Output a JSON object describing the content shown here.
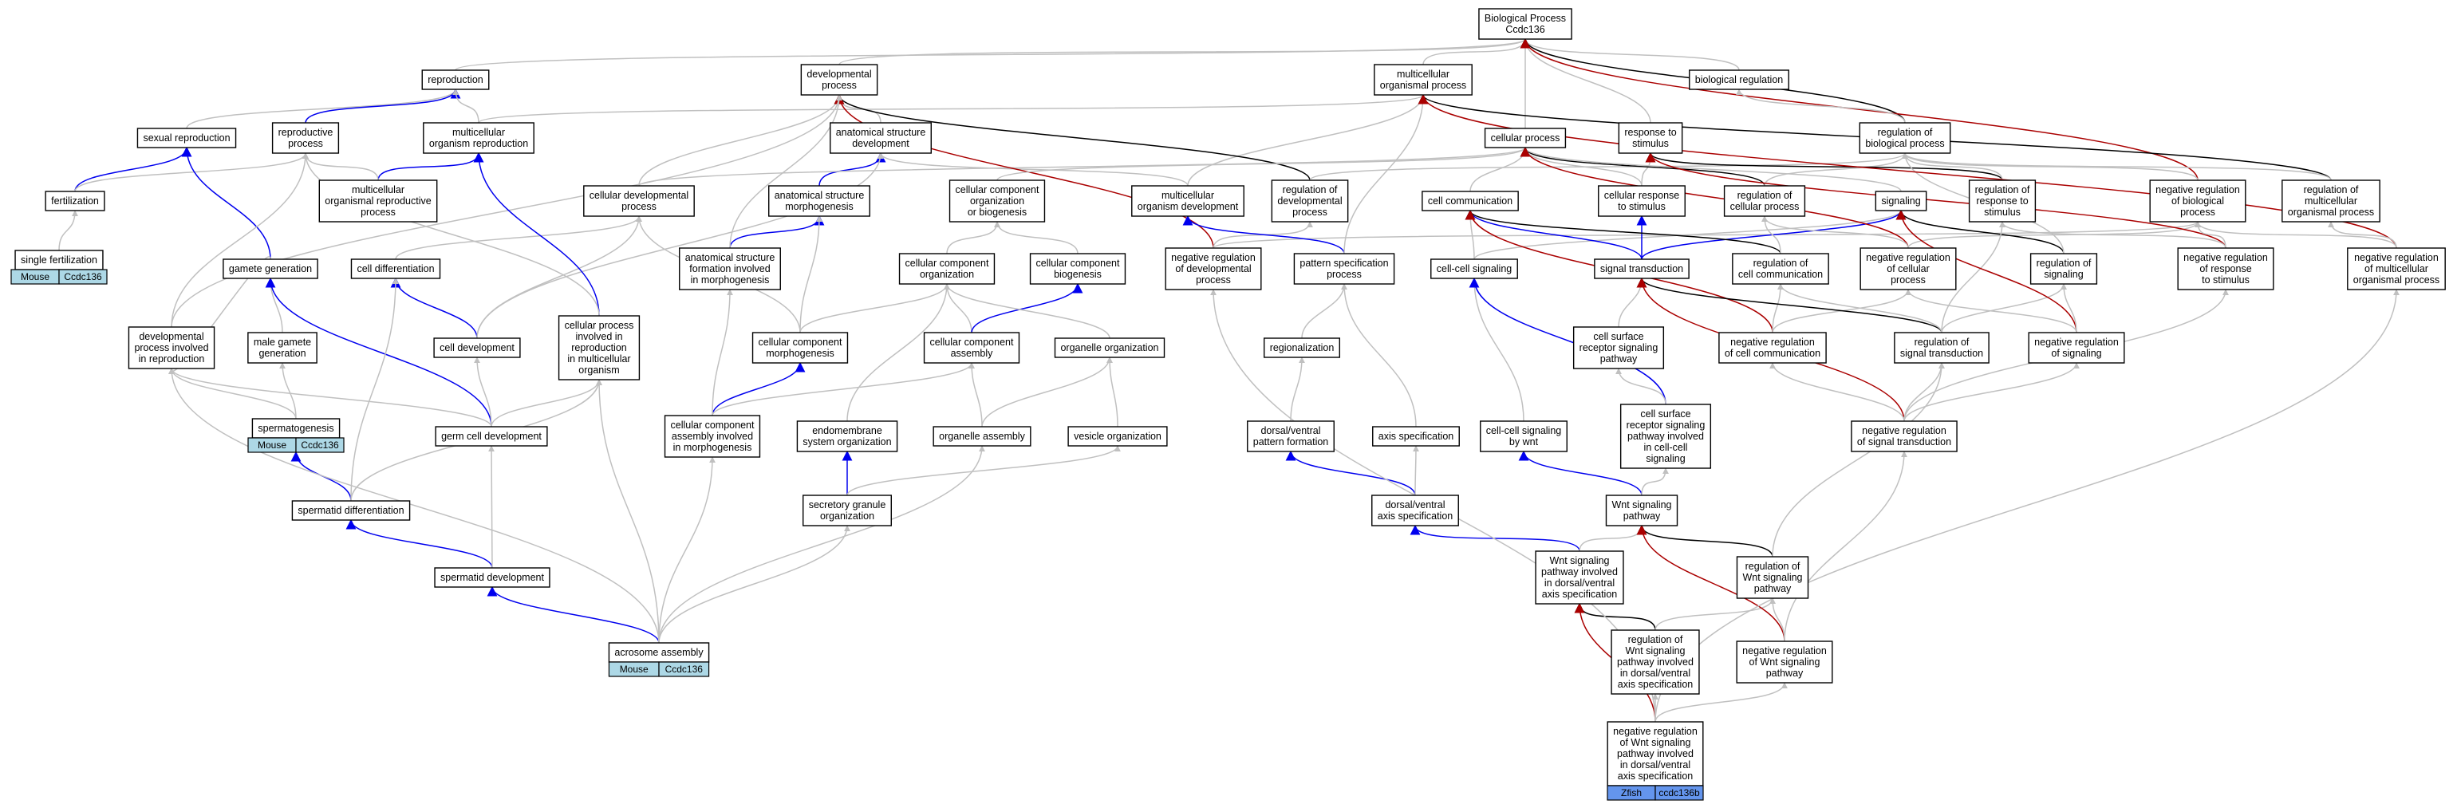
{
  "colors": {
    "is_a": "#c0c0c0",
    "part_of": "#0000ee",
    "regulates": "#000000",
    "negatively_regulates": "#aa0000",
    "mouse_badge": "#add8e6",
    "zfish_badge": "#6495ed"
  },
  "nodes": {
    "root": [
      "Biological Process",
      "Ccdc136"
    ],
    "reproduction": [
      "reproduction"
    ],
    "developmental_process": [
      "developmental",
      "process"
    ],
    "multicellular_organismal_process": [
      "multicellular",
      "organismal process"
    ],
    "biological_regulation": [
      "biological regulation"
    ],
    "sexual_reproduction": [
      "sexual reproduction"
    ],
    "reproductive_process": [
      "reproductive",
      "process"
    ],
    "multicellular_organism_reproduction": [
      "multicellular",
      "organism reproduction"
    ],
    "anatomical_structure_development": [
      "anatomical structure",
      "development"
    ],
    "cellular_process": [
      "cellular process"
    ],
    "response_to_stimulus": [
      "response to",
      "stimulus"
    ],
    "regulation_of_biological_process": [
      "regulation of",
      "biological process"
    ],
    "fertilization": [
      "fertilization"
    ],
    "multicellular_organismal_reproductive_process": [
      "multicellular",
      "organismal reproductive",
      "process"
    ],
    "cellular_developmental_process": [
      "cellular developmental",
      "process"
    ],
    "anatomical_structure_morphogenesis": [
      "anatomical structure",
      "morphogenesis"
    ],
    "cellular_component_organization_or_biogenesis": [
      "cellular component",
      "organization",
      "or biogenesis"
    ],
    "multicellular_organism_development": [
      "multicellular",
      "organism development"
    ],
    "regulation_of_developmental_process": [
      "regulation of",
      "developmental",
      "process"
    ],
    "cell_communication": [
      "cell communication"
    ],
    "cellular_response_to_stimulus": [
      "cellular response",
      "to stimulus"
    ],
    "regulation_of_cellular_process": [
      "regulation of",
      "cellular process"
    ],
    "signaling": [
      "signaling"
    ],
    "regulation_of_response_to_stimulus": [
      "regulation of",
      "response to",
      "stimulus"
    ],
    "negative_regulation_of_biological_process": [
      "negative regulation",
      "of biological",
      "process"
    ],
    "regulation_of_multicellular_organismal_process": [
      "regulation of",
      "multicellular",
      "organismal process"
    ],
    "single_fertilization": [
      "single fertilization"
    ],
    "gamete_generation": [
      "gamete generation"
    ],
    "cell_differentiation": [
      "cell differentiation"
    ],
    "anatomical_structure_formation_involved_in_morphogenesis": [
      "anatomical structure",
      "formation involved",
      "in morphogenesis"
    ],
    "cellular_component_organization": [
      "cellular component",
      "organization"
    ],
    "cellular_component_biogenesis": [
      "cellular component",
      "biogenesis"
    ],
    "negative_regulation_of_developmental_process": [
      "negative regulation",
      "of developmental",
      "process"
    ],
    "pattern_specification_process": [
      "pattern specification",
      "process"
    ],
    "cell_cell_signaling": [
      "cell-cell signaling"
    ],
    "signal_transduction": [
      "signal transduction"
    ],
    "regulation_of_cell_communication": [
      "regulation of",
      "cell communication"
    ],
    "negative_regulation_of_cellular_process": [
      "negative regulation",
      "of cellular",
      "process"
    ],
    "regulation_of_signaling": [
      "regulation of",
      "signaling"
    ],
    "negative_regulation_of_response_to_stimulus": [
      "negative regulation",
      "of response",
      "to stimulus"
    ],
    "negative_regulation_of_multicellular_organismal_process": [
      "negative regulation",
      "of multicellular",
      "organismal process"
    ],
    "developmental_process_involved_in_reproduction": [
      "developmental",
      "process involved",
      "in reproduction"
    ],
    "male_gamete_generation": [
      "male gamete",
      "generation"
    ],
    "cell_development": [
      "cell development"
    ],
    "cellular_process_involved_in_reproduction_in_multicellular_organism": [
      "cellular process",
      "involved in",
      "reproduction",
      "in multicellular",
      "organism"
    ],
    "cellular_component_morphogenesis": [
      "cellular component",
      "morphogenesis"
    ],
    "cellular_component_assembly": [
      "cellular component",
      "assembly"
    ],
    "organelle_organization": [
      "organelle organization"
    ],
    "cell_surface_receptor_signaling_pathway": [
      "cell surface",
      "receptor signaling",
      "pathway"
    ],
    "negative_regulation_of_cell_communication": [
      "negative regulation",
      "of cell communication"
    ],
    "regulation_of_signal_transduction": [
      "regulation of",
      "signal transduction"
    ],
    "negative_regulation_of_signaling": [
      "negative regulation",
      "of signaling"
    ],
    "regionalization": [
      "regionalization"
    ],
    "spermatogenesis": [
      "spermatogenesis"
    ],
    "germ_cell_development": [
      "germ cell development"
    ],
    "cellular_component_assembly_involved_in_morphogenesis": [
      "cellular component",
      "assembly involved",
      "in morphogenesis"
    ],
    "endomembrane_system_organization": [
      "endomembrane",
      "system organization"
    ],
    "organelle_assembly": [
      "organelle assembly"
    ],
    "vesicle_organization": [
      "vesicle organization"
    ],
    "dorsal_ventral_pattern_formation": [
      "dorsal/ventral",
      "pattern formation"
    ],
    "axis_specification": [
      "axis specification"
    ],
    "cell_cell_signaling_by_wnt": [
      "cell-cell signaling",
      "by wnt"
    ],
    "cell_surface_receptor_signaling_pathway_involved_in_cell_cell_signaling": [
      "cell surface",
      "receptor signaling",
      "pathway involved",
      "in cell-cell",
      "signaling"
    ],
    "negative_regulation_of_signal_transduction": [
      "negative regulation",
      "of signal transduction"
    ],
    "spermatid_differentiation": [
      "spermatid differentiation"
    ],
    "secretory_granule_organization": [
      "secretory granule",
      "organization"
    ],
    "dorsal_ventral_axis_specification": [
      "dorsal/ventral",
      "axis specification"
    ],
    "wnt_signaling_pathway": [
      "Wnt signaling",
      "pathway"
    ],
    "spermatid_development": [
      "spermatid development"
    ],
    "wnt_signaling_pathway_involved_in_dorsal_ventral_axis_specification": [
      "Wnt signaling",
      "pathway involved",
      "in dorsal/ventral",
      "axis specification"
    ],
    "regulation_of_wnt_signaling_pathway": [
      "regulation of",
      "Wnt signaling",
      "pathway"
    ],
    "acrosome_assembly": [
      "acrosome assembly"
    ],
    "regulation_of_wnt_signaling_pathway_involved_in_dorsal_ventral_axis_specification": [
      "regulation of",
      "Wnt signaling",
      "pathway involved",
      "in dorsal/ventral",
      "axis specification"
    ],
    "negative_regulation_of_wnt_signaling_pathway": [
      "negative regulation",
      "of Wnt signaling",
      "pathway"
    ],
    "negative_regulation_of_wnt_signaling_pathway_involved_in_dorsal_ventral_axis_specification": [
      "negative regulation",
      "of Wnt signaling",
      "pathway involved",
      "in dorsal/ventral",
      "axis specification"
    ]
  },
  "annotations": {
    "single_fertilization": [
      "Mouse",
      "Ccdc136"
    ],
    "spermatogenesis": [
      "Mouse",
      "Ccdc136"
    ],
    "acrosome_assembly": [
      "Mouse",
      "Ccdc136"
    ],
    "negative_regulation_of_wnt_signaling_pathway_involved_in_dorsal_ventral_axis_specification": [
      "Zfish",
      "ccdc136b"
    ]
  }
}
